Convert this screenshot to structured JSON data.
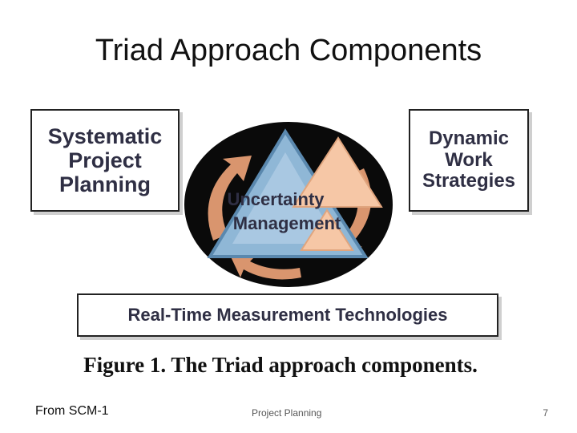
{
  "slide": {
    "title": "Triad Approach Components"
  },
  "diagram": {
    "boxes": {
      "systematic_project_planning": [
        "Systematic",
        "Project",
        "Planning"
      ],
      "dynamic_work_strategies": [
        "Dynamic",
        "Work",
        "Strategies"
      ],
      "real_time_measurement": "Real-Time Measurement Technologies"
    },
    "center_label": [
      "Uncertainty",
      "Management"
    ],
    "colors": {
      "circle": "#0a0a0a",
      "triangle_blue": "#8fb7d6",
      "triangle_peach": "#f6c7a6",
      "arrows": "#d9956e",
      "text": "#2f2f44"
    }
  },
  "caption": "Figure 1. The Triad approach components.",
  "footer": {
    "source": "From SCM-1",
    "center": "Project Planning",
    "page_number": "7"
  }
}
